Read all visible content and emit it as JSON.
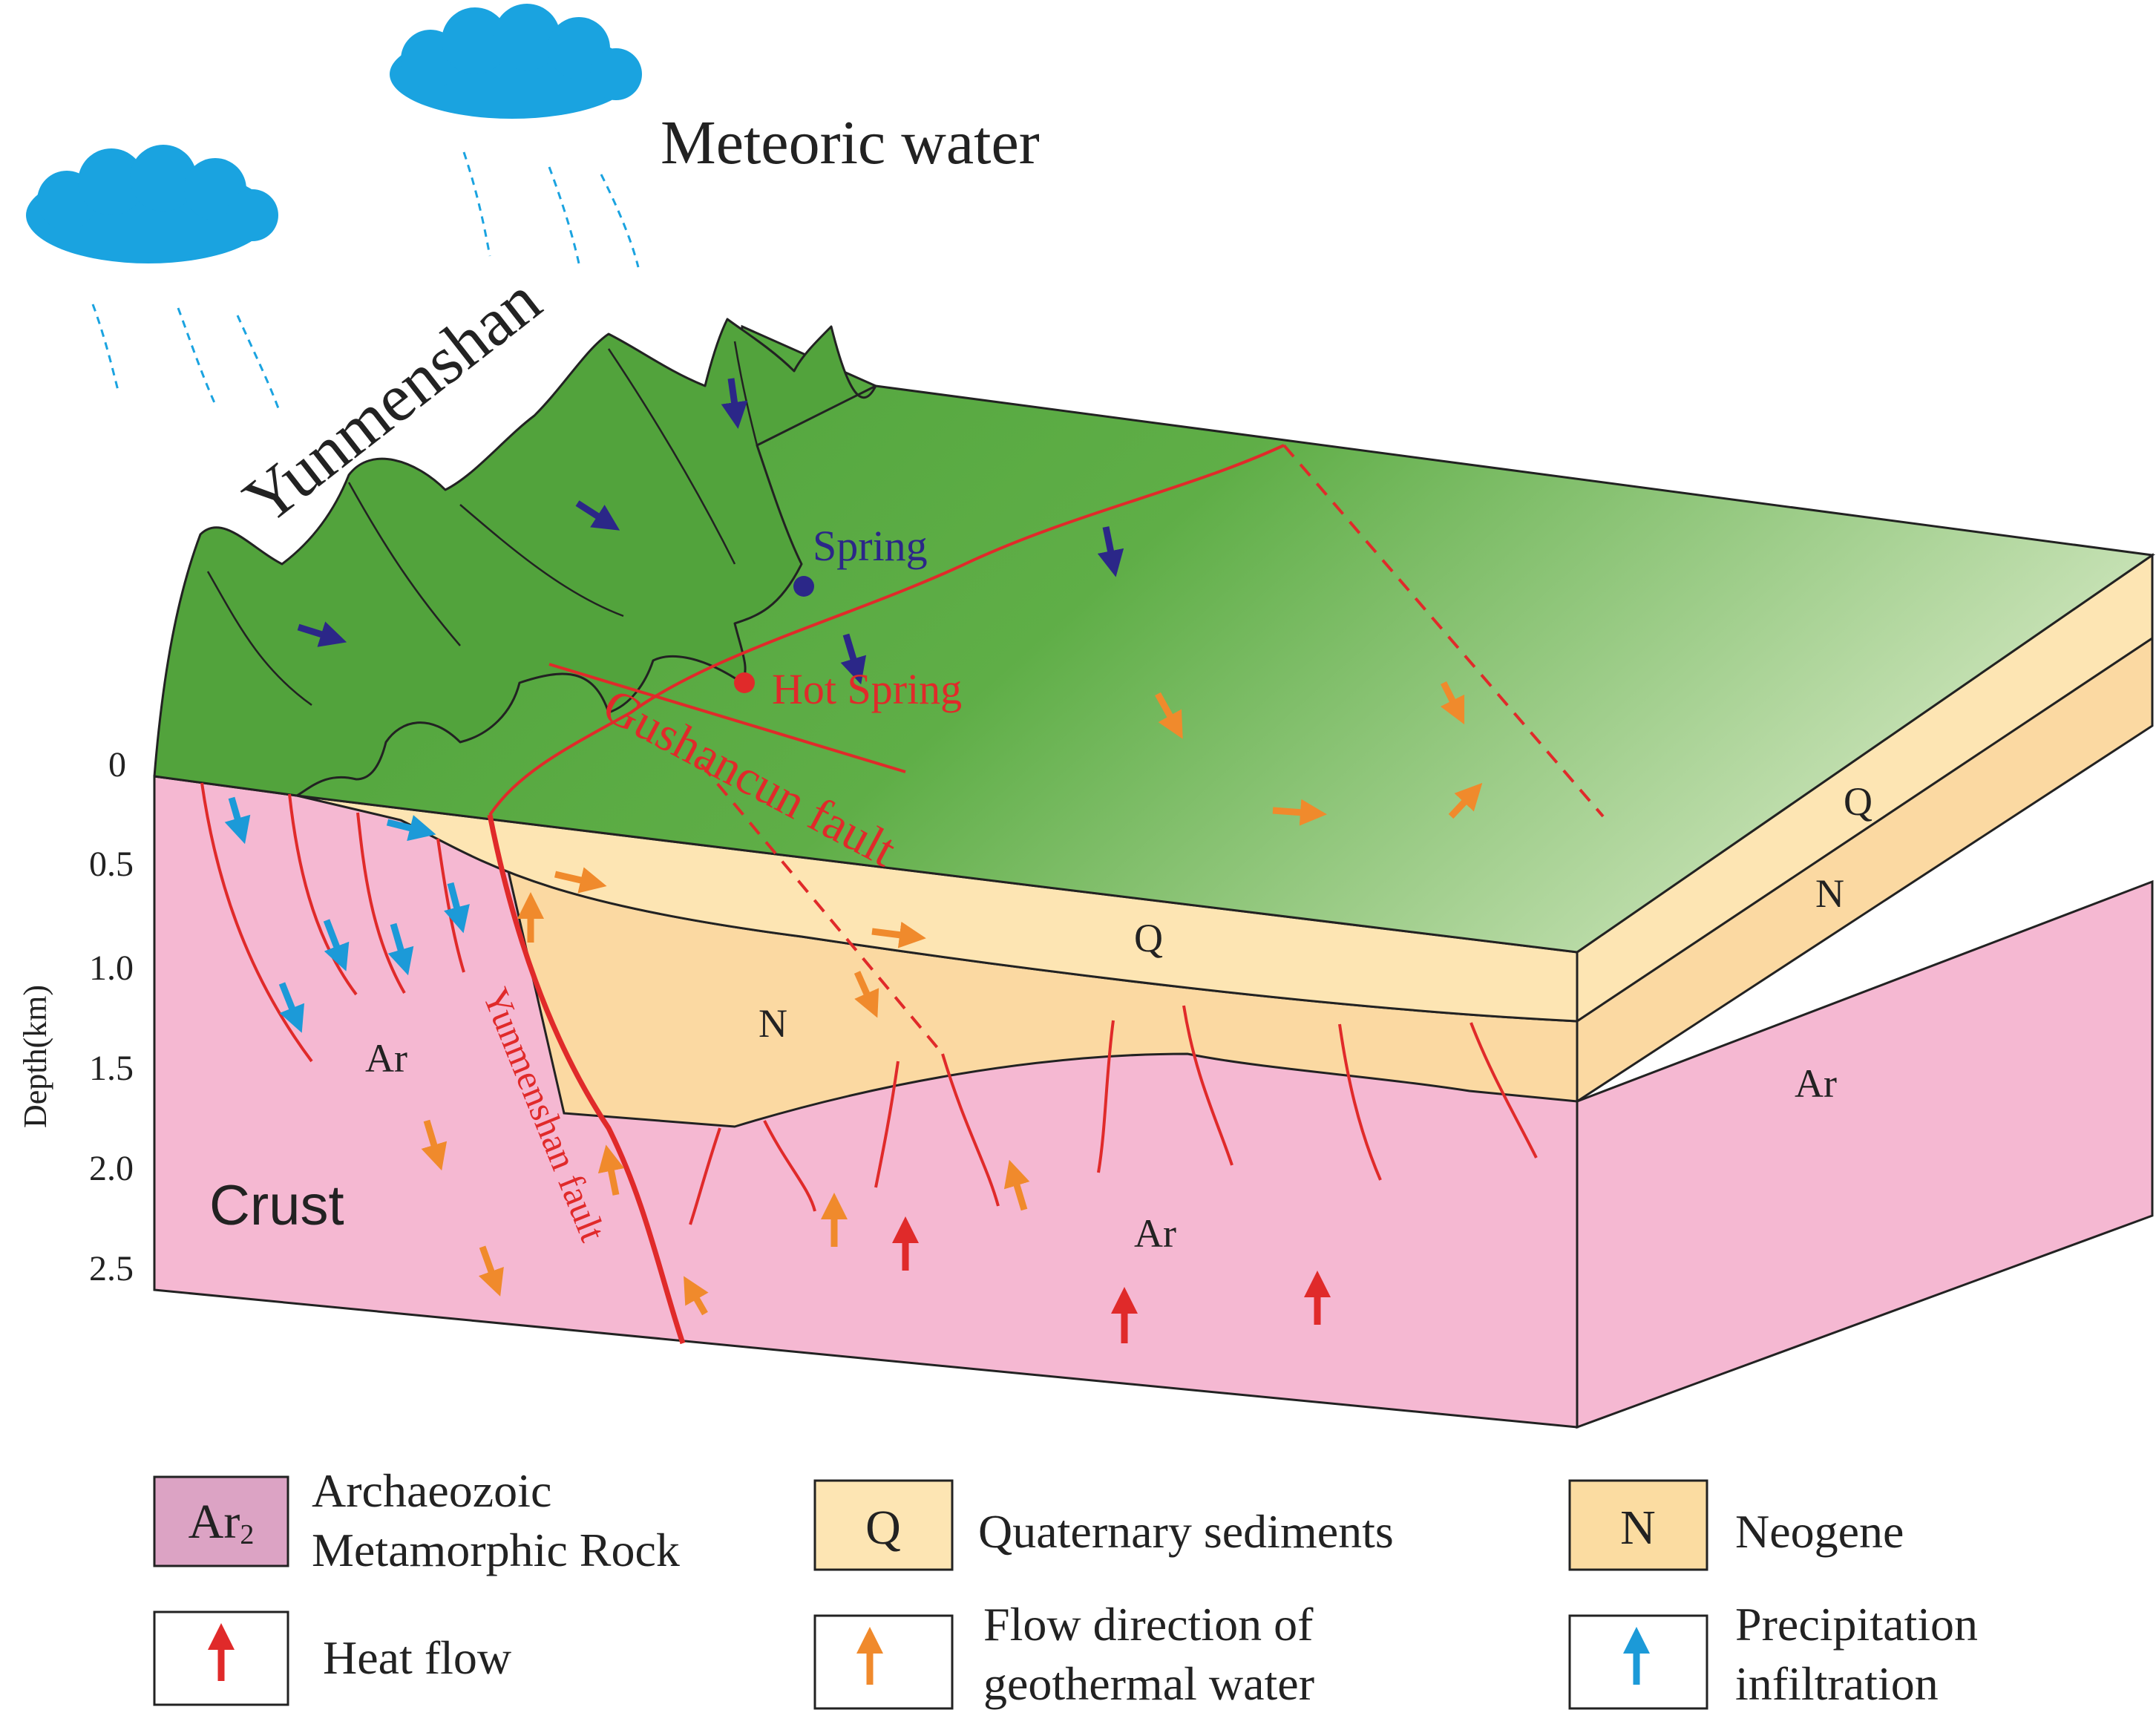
{
  "labels": {
    "meteoric_water": "Meteoric water",
    "yunmenshan": "Yunmenshan",
    "spring": "Spring",
    "hot_spring": "Hot Spring",
    "gushancun_fault": "Gushancun fault",
    "yunmenshan_fault": "Yunmenshan fault",
    "crust": "Crust",
    "layer_q": "Q",
    "layer_n": "N",
    "layer_ar": "Ar"
  },
  "depth_axis": {
    "label": "Depth(km)",
    "ticks": [
      "0",
      "0.5",
      "1.0",
      "1.5",
      "2.0",
      "2.5"
    ]
  },
  "legend": {
    "items": [
      {
        "symbol": "Ar",
        "symbol_sub": "2",
        "line1": "Archaeozoic",
        "line2": "Metamorphic Rock",
        "fill": "#dca3c4"
      },
      {
        "symbol": "Q",
        "line1": "Quaternary sediments",
        "fill": "#fdeab3"
      },
      {
        "symbol": "N",
        "line1": "Neogene",
        "fill": "#fbdca1"
      },
      {
        "line1": "Heat flow",
        "icon": "red-arrow-icon",
        "color": "#e02a2a"
      },
      {
        "line1": "Flow direction of",
        "line2": "geothermal water",
        "icon": "orange-arrow-icon",
        "color": "#f08a2c"
      },
      {
        "line1": "Precipitation",
        "line2": "infiltration",
        "icon": "blue-arrow-icon",
        "color": "#1c9ad8"
      }
    ]
  },
  "colors": {
    "crust": "#f5b8d2",
    "quaternary": "#fde5b3",
    "neogene": "#fbd9a2",
    "surface_green": "#4fa33a",
    "cloud": "#1aa3e0",
    "fault_red": "#e02a2a",
    "spring_purple": "#2b2788"
  }
}
